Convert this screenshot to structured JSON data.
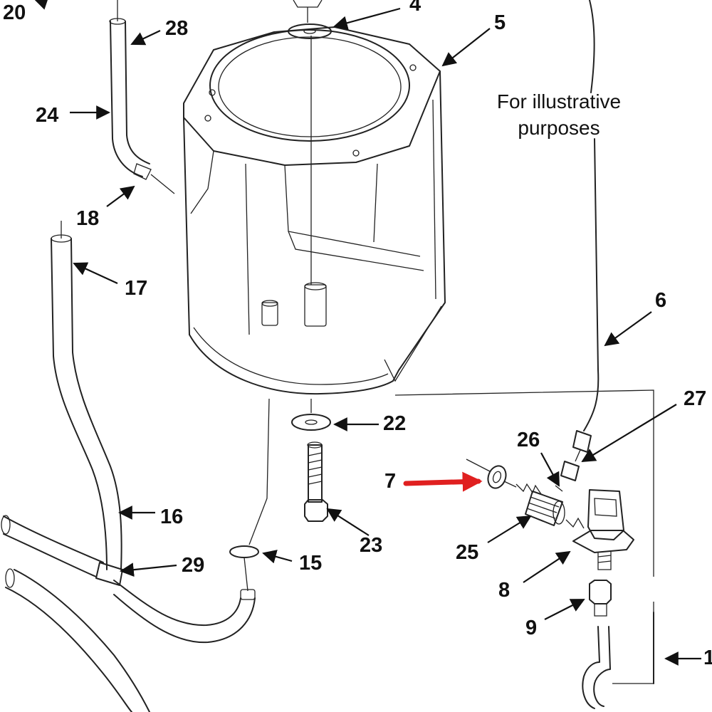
{
  "note": {
    "line1": "For illustrative",
    "line2": "purposes"
  },
  "callouts": {
    "c20": "20",
    "c4": "4",
    "c28": "28",
    "c5": "5",
    "c24": "24",
    "c18": "18",
    "c17": "17",
    "c6": "6",
    "c22": "22",
    "c27": "27",
    "c26": "26",
    "c7": "7",
    "c23": "23",
    "c25": "25",
    "c16": "16",
    "c29": "29",
    "c15": "15",
    "c8": "8",
    "c9": "9",
    "c1": "1"
  },
  "colors": {
    "line": "#222222",
    "text": "#111111",
    "highlight_arrow": "#e02020"
  }
}
